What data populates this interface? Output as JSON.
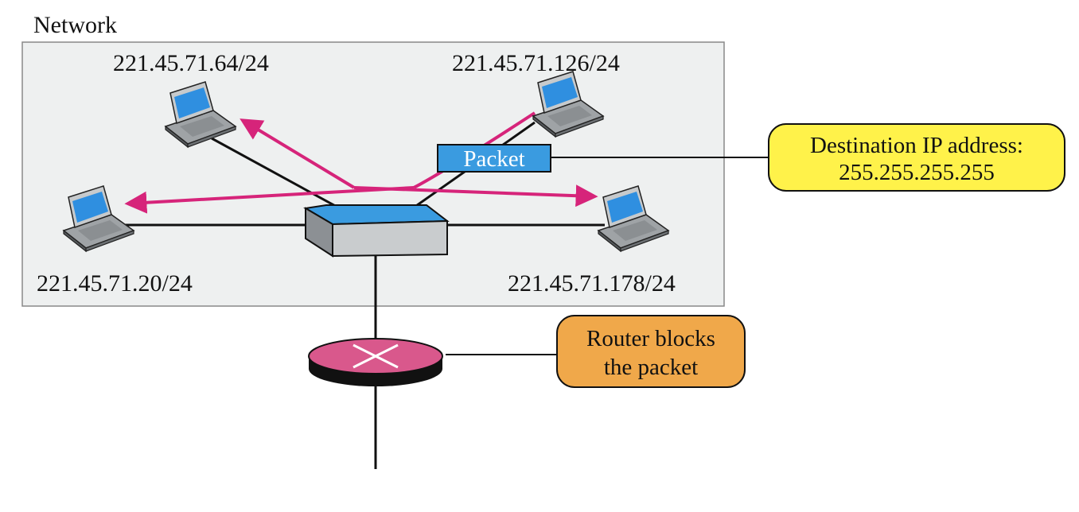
{
  "network": {
    "label": "Network"
  },
  "hosts": [
    {
      "id": "host-top-left",
      "address": "221.45.71.64/24"
    },
    {
      "id": "host-top-right",
      "address": "221.45.71.126/24"
    },
    {
      "id": "host-bottom-left",
      "address": "221.45.71.20/24"
    },
    {
      "id": "host-bottom-right",
      "address": "221.45.71.178/24"
    }
  ],
  "packet": {
    "label": "Packet"
  },
  "destination_callout": {
    "line1": "Destination IP address:",
    "line2": "255.255.255.255"
  },
  "router_callout": {
    "line1": "Router blocks",
    "line2": "the packet"
  },
  "colors": {
    "network_fill": "#eef0f0",
    "broadcast_arrow": "#d6247a",
    "screen_blue": "#2f8fe0",
    "packet_fill": "#3a9be0",
    "destination_callout": "#fff24a",
    "router_callout": "#f0a84a",
    "router": "#d9588c"
  }
}
